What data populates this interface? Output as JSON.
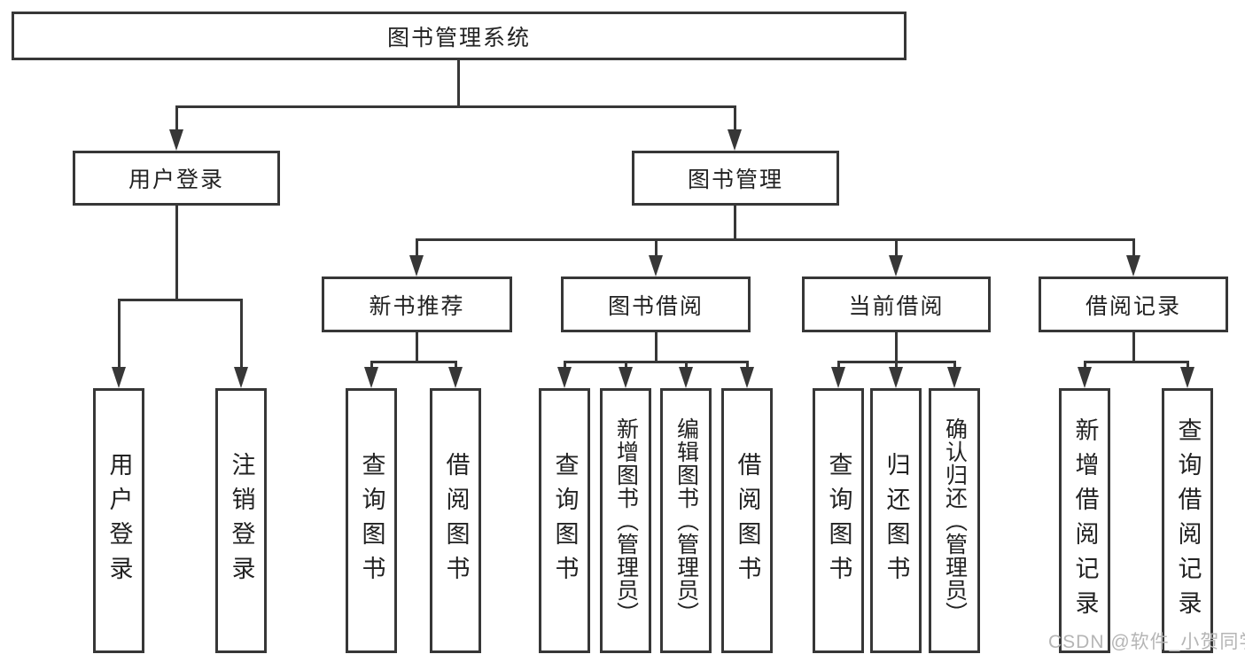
{
  "tree": {
    "root_label": "图书管理系统",
    "branches": [
      {
        "label": "用户登录",
        "leaves": [
          "用户登录",
          "注销登录"
        ]
      },
      {
        "label": "图书管理",
        "sections": [
          {
            "label": "新书推荐",
            "leaves": [
              "查询图书",
              "借阅图书"
            ]
          },
          {
            "label": "图书借阅",
            "leaves": [
              "查询图书",
              "新增图书（管理员）",
              "编辑图书（管理员）",
              "借阅图书"
            ]
          },
          {
            "label": "当前借阅",
            "leaves": [
              "查询图书",
              "归还图书",
              "确认归还（管理员）"
            ]
          },
          {
            "label": "借阅记录",
            "leaves": [
              "新增借阅记录",
              "查询借阅记录"
            ]
          }
        ]
      }
    ]
  },
  "watermark": {
    "text": "CSDN @软件_小贺同学"
  },
  "colors": {
    "line": "#373737",
    "text": "#222222",
    "background": "#ffffff",
    "watermark": "#b5b5b5"
  }
}
